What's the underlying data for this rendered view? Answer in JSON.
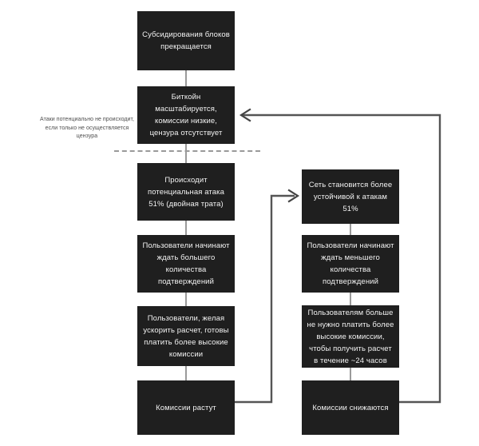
{
  "diagram": {
    "title_note": "Атаки потенциально не происходит, если только не осуществляется цензура",
    "nodes": {
      "subsidy_ends": "Субсидирования блоков прекращается",
      "bitcoin_scales": "Биткойн масштабируется, комиссии низкие, цензура отсутствует",
      "attack_51": "Происходит потенциальная атака 51% (двойная трата)",
      "users_wait_more": "Пользователи начинают ждать большего количества подтверждений",
      "users_pay_more": "Пользователи, желая ускорить расчет, готовы платить более высокие комиссии",
      "fees_rise": "Комиссии растут",
      "network_resilient": "Сеть становится более устойчивой к атакам 51%",
      "users_wait_less": "Пользователи начинают ждать меньшего количества подтверждений",
      "users_pay_less": "Пользователям больше не нужно платить более высокие комиссии, чтобы получить расчет в течение ~24 часов",
      "fees_drop": "Комиссии снижаются"
    },
    "colors": {
      "node_fill": "#1f1f1f",
      "node_text": "#f2f2f2",
      "connector": "#9a9a9a",
      "routed_connector": "#555555",
      "background": "#ffffff",
      "note_text": "#4d4d4d"
    }
  }
}
